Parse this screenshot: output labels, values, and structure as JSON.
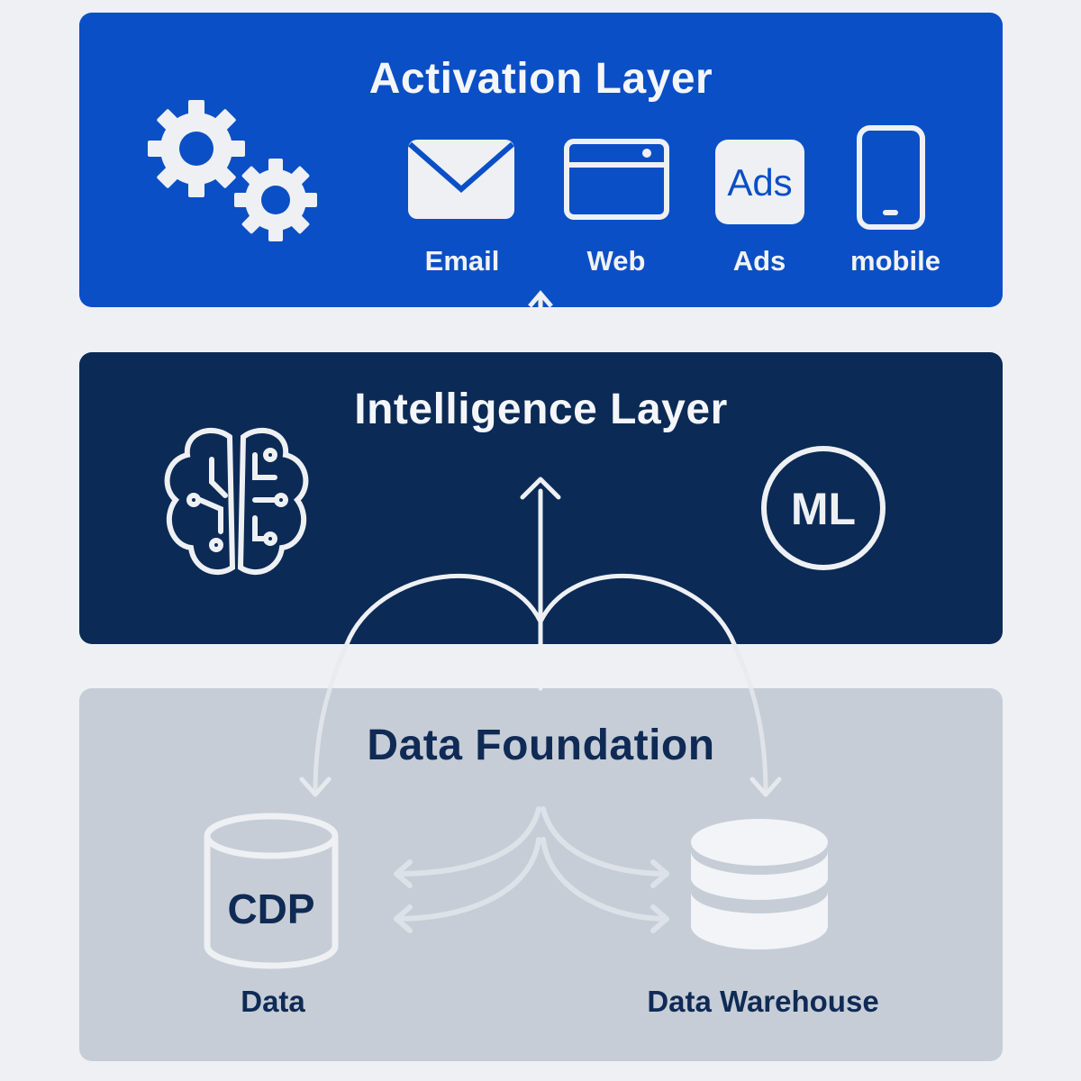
{
  "activation": {
    "title": "Activation Layer",
    "channels": [
      {
        "label": "Email",
        "icon": "envelope-icon"
      },
      {
        "label": "Web",
        "icon": "browser-window-icon"
      },
      {
        "label": "Ads",
        "icon": "ads-badge-icon",
        "icon_text": "Ads"
      },
      {
        "label": "mobile",
        "icon": "smartphone-icon"
      }
    ],
    "icon": "gears-icon"
  },
  "intelligence": {
    "title": "Intelligence Layer",
    "brain_icon": "brain-circuit-icon",
    "ml_badge": "ML"
  },
  "foundation": {
    "title": "Data Foundation",
    "cdp_text": "CDP",
    "cdp_label": "Data",
    "warehouse_label": "Data Warehouse"
  },
  "colors": {
    "activation": "#0b4fc6",
    "intelligence": "#0b2a56",
    "foundation": "#c6cdd6",
    "background": "#eef0f3",
    "text_dark": "#0f2a55"
  }
}
